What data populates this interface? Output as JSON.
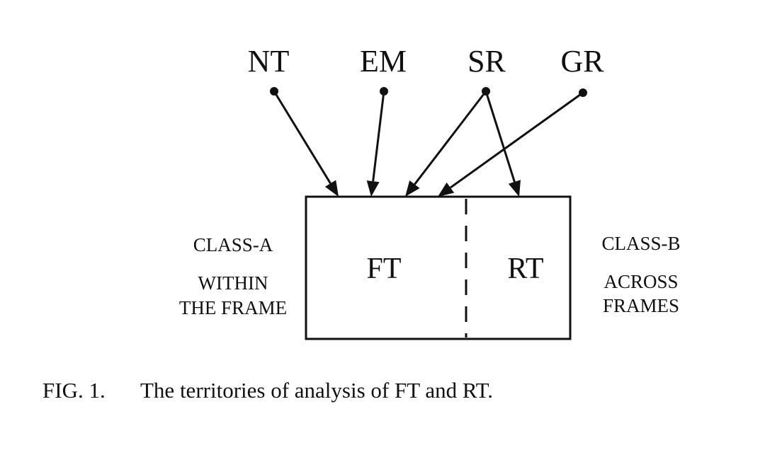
{
  "sources": [
    {
      "id": "nt",
      "label": "NT"
    },
    {
      "id": "em",
      "label": "EM"
    },
    {
      "id": "sr",
      "label": "SR"
    },
    {
      "id": "gr",
      "label": "GR"
    }
  ],
  "box": {
    "left_label": "FT",
    "right_label": "RT"
  },
  "left_side": {
    "class_label": "CLASS-A",
    "desc_line1": "WITHIN",
    "desc_line2": "THE FRAME"
  },
  "right_side": {
    "class_label": "CLASS-B",
    "desc_line1": "ACROSS",
    "desc_line2": "FRAMES"
  },
  "caption": {
    "number": "FIG. 1.",
    "text": "The territories of analysis of FT and RT."
  },
  "edges": [
    {
      "from": "NT",
      "to": "FT"
    },
    {
      "from": "EM",
      "to": "FT"
    },
    {
      "from": "SR",
      "to": "FT"
    },
    {
      "from": "SR",
      "to": "RT"
    },
    {
      "from": "GR",
      "to": "FT"
    }
  ]
}
